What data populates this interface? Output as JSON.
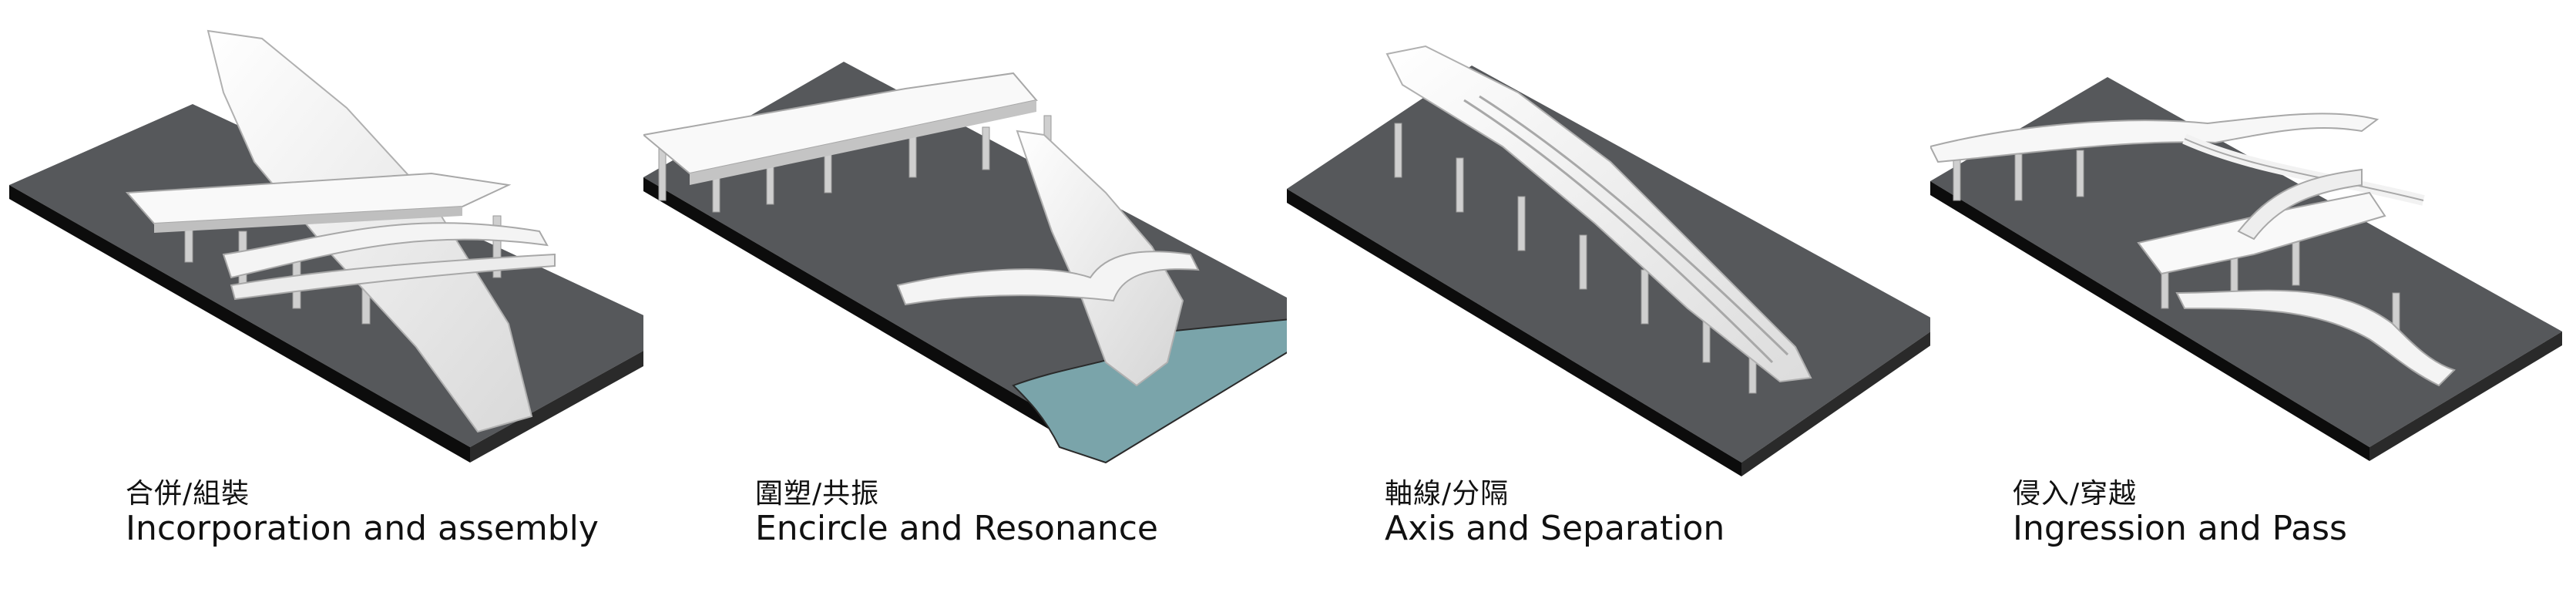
{
  "panels": [
    {
      "cn": "合併/組裝",
      "en": "Incorporation and assembly",
      "water": false
    },
    {
      "cn": "圍塑/共振",
      "en": "Encircle and Resonance",
      "water": true
    },
    {
      "cn": "軸線/分隔",
      "en": "Axis and Separation",
      "water": false
    },
    {
      "cn": "侵入/穿越",
      "en": "Ingression and Pass",
      "water": false
    }
  ],
  "colors": {
    "slab_top": "#56585b",
    "slab_side_dark": "#0c0c0c",
    "slab_side_light": "#2a2a2a",
    "deck": "#f7f7f7",
    "deck_edge": "#bdbdbd",
    "water": "#7aa4aa"
  }
}
